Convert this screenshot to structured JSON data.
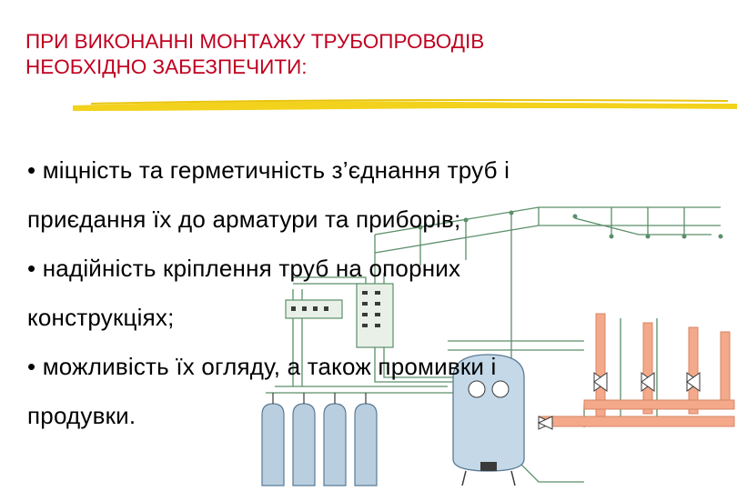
{
  "title": {
    "line1": "ПРИ ВИКОНАННІ МОНТАЖУ ТРУБОПРОВОДІВ",
    "line2": "НЕОБХІДНО ЗАБЕЗПЕЧИТИ:"
  },
  "bullets": [
    "• міцність та герметичність з’єднання труб і",
    "приєдання їх до арматури та приборів;",
    "• надійність кріплення труб на опорних",
    "конструкціях;",
    "• можливість їх огляду, а також промивки і",
    "продувки."
  ],
  "colors": {
    "title": "#c0001f",
    "underline": "#f2d21c",
    "pipe_hot": "#f4a98a",
    "pipe_line": "#5b8f6a",
    "cylinder": "#b9cfe0",
    "tank": "#c4d8e8"
  }
}
